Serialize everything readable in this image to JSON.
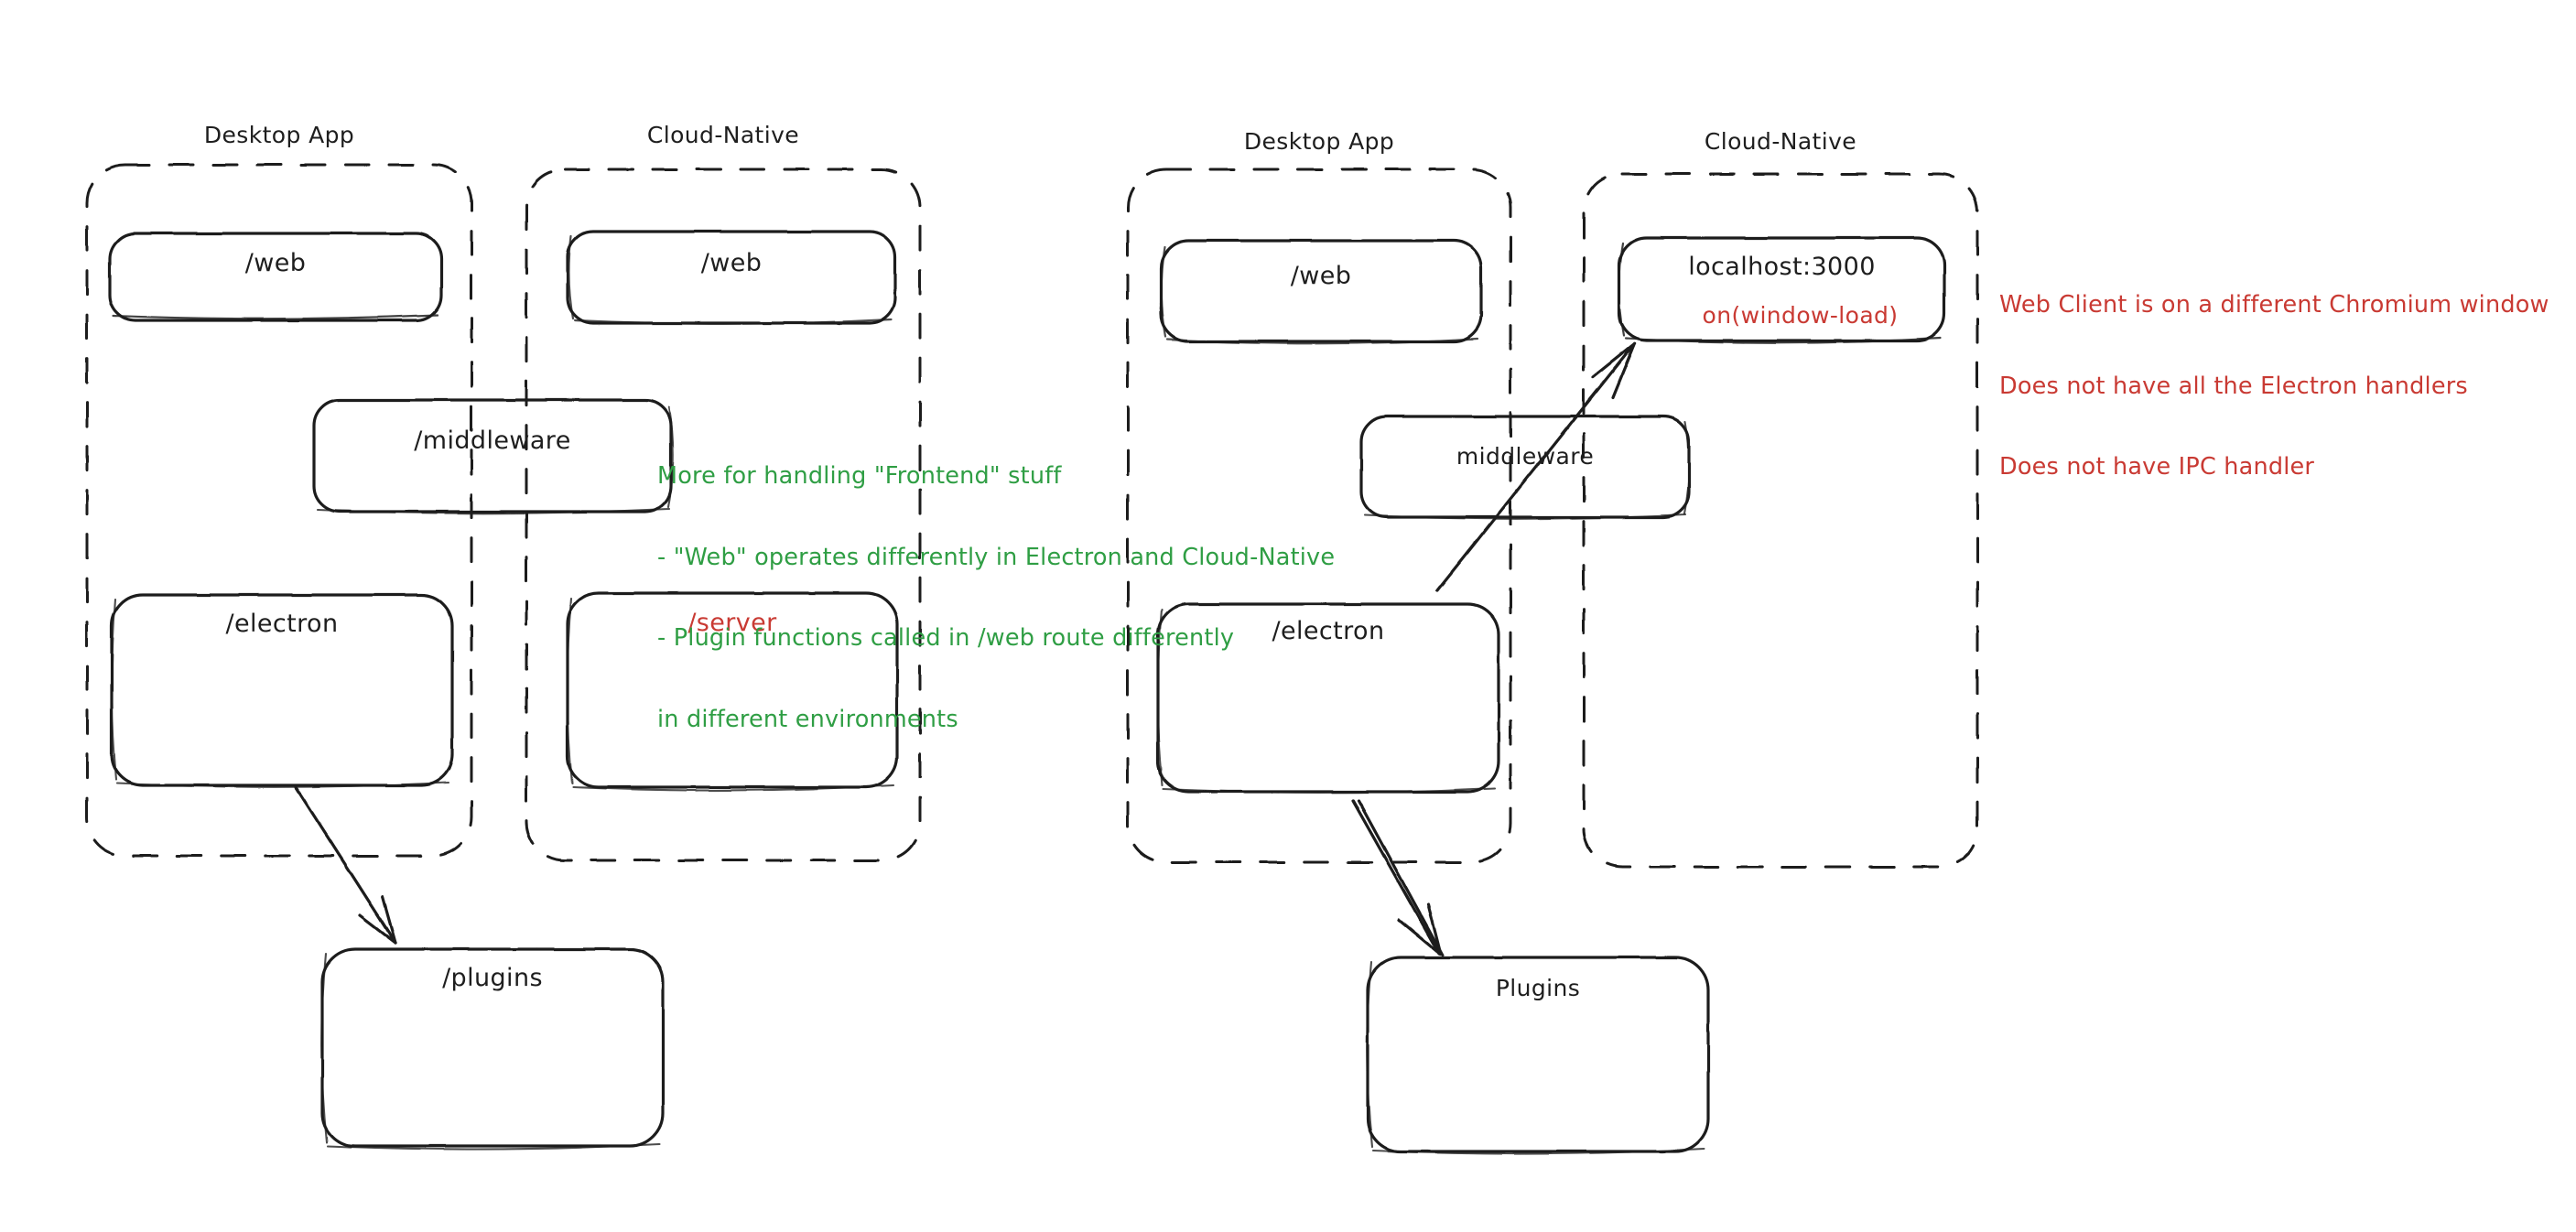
{
  "diagram": {
    "title_style": "hand-drawn",
    "colors": {
      "ink": "#1e1e1e",
      "red": "#c93a33",
      "green": "#2f9e44",
      "background": "#ffffff"
    }
  },
  "left_diagram": {
    "groups": [
      {
        "id": "left-desktop",
        "title": "Desktop App"
      },
      {
        "id": "left-cloud",
        "title": "Cloud-Native"
      }
    ],
    "nodes": [
      {
        "id": "left-desktop-web",
        "label": "/web",
        "color": "ink"
      },
      {
        "id": "left-cloud-web",
        "label": "/web",
        "color": "ink"
      },
      {
        "id": "left-middleware",
        "label": "/middleware",
        "color": "ink"
      },
      {
        "id": "left-electron",
        "label": "/electron",
        "color": "ink"
      },
      {
        "id": "left-server",
        "label": "/server",
        "color": "red"
      },
      {
        "id": "left-plugins",
        "label": "/plugins",
        "color": "ink"
      }
    ],
    "annotation_green": {
      "lines": [
        "More for handling \"Frontend\" stuff",
        "- \"Web\" operates differently in Electron and Cloud-Native",
        "- Plugin functions called in /web route differently",
        "in different environments"
      ]
    },
    "edges": [
      {
        "from": "left-electron",
        "to": "left-plugins"
      }
    ]
  },
  "right_diagram": {
    "groups": [
      {
        "id": "right-desktop",
        "title": "Desktop App"
      },
      {
        "id": "right-cloud",
        "title": "Cloud-Native"
      }
    ],
    "nodes": [
      {
        "id": "right-desktop-web",
        "label": "/web",
        "color": "ink"
      },
      {
        "id": "right-localhost",
        "label": "localhost:3000",
        "sublabel": "on(window-load)",
        "color": "ink",
        "sublabel_color": "red"
      },
      {
        "id": "right-middleware",
        "label": "middleware",
        "color": "ink"
      },
      {
        "id": "right-electron",
        "label": "/electron",
        "color": "ink"
      },
      {
        "id": "right-plugins",
        "label": "Plugins",
        "color": "ink"
      }
    ],
    "annotation_red": {
      "lines": [
        "Web Client is on a different Chromium window",
        "Does not have all the Electron handlers",
        "Does not have IPC handler"
      ]
    },
    "edges": [
      {
        "from": "right-electron",
        "to": "right-localhost"
      },
      {
        "from": "right-electron",
        "to": "right-plugins"
      }
    ]
  }
}
